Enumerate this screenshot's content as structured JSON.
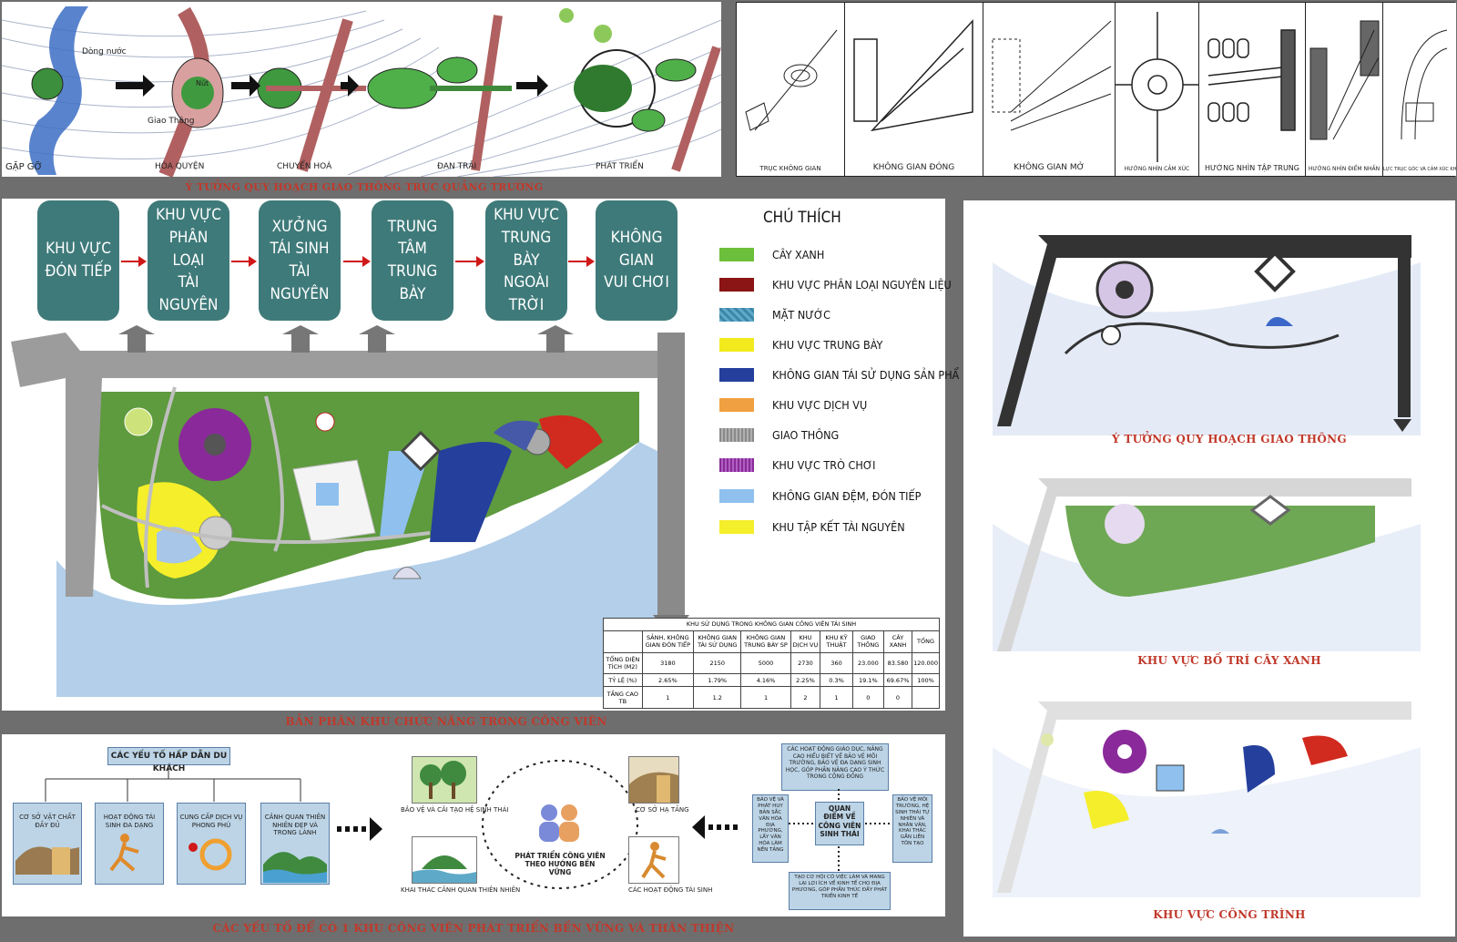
{
  "concept_top": {
    "stages": [
      "GẶP GỠ",
      "HÒA QUYỆN",
      "CHUYỂN HOÁ",
      "ĐAN TRẢI",
      "PHÁT TRIỂN"
    ],
    "labels": {
      "water": "Dòng nước",
      "crossing": "Giao Thông",
      "nut": "Nút"
    },
    "caption": "Ý TƯỞNG QUY HOẠCH GIAO THÔNG TRỤC QUẢNG TRƯỜNG"
  },
  "sketches": [
    {
      "label": "TRỤC KHÔNG GIAN"
    },
    {
      "label": "KHÔNG GIAN ĐÓNG"
    },
    {
      "label": "KHÔNG GIAN MỞ"
    },
    {
      "label": "HƯỚNG NHÌN CẢM XÚC"
    },
    {
      "label": "HƯỚNG NHÌN TẬP TRUNG"
    },
    {
      "label": "HƯỚNG NHÌN ĐIỂM NHẤN"
    },
    {
      "label": "LỰC TRỤC GÓC VÀ CẢM XÚC KHÔNG GIAN"
    }
  ],
  "steps": [
    "KHU VỰC\nĐÓN TIẾP",
    "KHU VỰC\nPHÂN LOẠI\nTÀI NGUYÊN",
    "XƯỞNG\nTÁI SINH\nTÀI NGUYÊN",
    "TRUNG TÂM\nTRUNG BÀY",
    "KHU VỰC\nTRUNG BÀY\nNGOÀI TRỜI",
    "KHÔNG GIAN\nVUI CHƠI"
  ],
  "legend": {
    "title": "CHÚ THÍCH",
    "items": [
      {
        "label": "CÂY XANH",
        "color": "#6cbf3a"
      },
      {
        "label": "KHU VỰC PHÂN LOẠI NGUYÊN LIỆU",
        "color": "#8b1414"
      },
      {
        "label": "MẶT NƯỚC",
        "color": "#5fa9c8"
      },
      {
        "label": "KHU VỰC TRUNG BÀY",
        "color": "#f2ea1c"
      },
      {
        "label": "KHÔNG GIAN TÁI SỬ DỤNG SẢN PHẨ",
        "color": "#253f9c"
      },
      {
        "label": "KHU VỰC DỊCH VỤ",
        "color": "#f0a040"
      },
      {
        "label": "GIAO THÔNG",
        "color": "#9a9a9a"
      },
      {
        "label": "KHU VỰC TRÒ CHƠI",
        "color": "#8a2a9a"
      },
      {
        "label": "KHÔNG GIAN ĐỆM, ĐÓN TIẾP",
        "color": "#8fc0ee"
      },
      {
        "label": "KHU TẬP KẾT TÀI NGUYÊN",
        "color": "#f5ee2a"
      }
    ]
  },
  "use_table": {
    "title": "KHU SỬ DỤNG TRONG KHÔNG GIAN CÔNG VIÊN TÁI SINH",
    "headers": [
      "",
      "SẢNH, KHÔNG GIAN ĐÓN TIẾP",
      "KHÔNG GIAN TÁI SỬ DỤNG",
      "KHÔNG GIAN TRUNG BÀY SP",
      "KHU DỊCH VỤ",
      "KHU KỸ THUẬT",
      "GIAO THÔNG",
      "CÂY XANH",
      "TỔNG"
    ],
    "rows": [
      [
        "TỔNG DIỆN TÍCH (M2)",
        "3180",
        "2150",
        "5000",
        "2730",
        "360",
        "23.000",
        "83.580",
        "120.000"
      ],
      [
        "TỶ LỆ (%)",
        "2.65%",
        "1.79%",
        "4.16%",
        "2.25%",
        "0.3%",
        "19.1%",
        "69.67%",
        "100%"
      ],
      [
        "TẦNG CAO TB",
        "1",
        "1.2",
        "1",
        "2",
        "1",
        "0",
        "0",
        ""
      ]
    ]
  },
  "plan_caption": "BẢN PHÂN KHU CHỨC NĂNG TRONG CÔNG VIÊN",
  "right_panels": [
    {
      "caption": "Ý TƯỞNG QUY HOẠCH GIAO THÔNG"
    },
    {
      "caption": "KHU VỰC BỐ TRÍ CÂY XANH"
    },
    {
      "caption": "KHU VỰC CÔNG TRÌNH"
    }
  ],
  "bottom": {
    "root": "CÁC YẾU TỐ HẤP DẪN DU KHÁCH",
    "factors": [
      "CƠ SỞ VẬT CHẤT ĐẦY ĐỦ",
      "HOẠT ĐỘNG TÁI SINH ĐA DẠNG",
      "CUNG CẤP DỊCH VỤ PHONG PHÚ",
      "CẢNH QUAN THIÊN NHIÊN ĐẸP VÀ TRONG LÀNH"
    ],
    "cycle": [
      "BẢO VỆ VÀ CẢI TẠO HỆ SINH THÁI",
      "CƠ SỞ HẠ TẦNG",
      "KHAI THÁC CẢNH QUAN THIÊN NHIÊN",
      "CÁC HOẠT ĐỘNG TÁI SINH"
    ],
    "center": "PHÁT TRIỂN CÔNG VIÊN THEO HƯỚNG BỀN VỮNG",
    "viewpoint": "QUAN ĐIỂM VỀ CÔNG VIÊN SINH THÁI",
    "notes": [
      "CÁC HOẠT ĐỘNG GIÁO DỤC, NÂNG CAO HIỂU BIẾT VỀ BẢO VỆ MÔI TRƯỜNG, BẢO VỆ ĐA DẠNG SINH HỌC, GÓP PHẦN NÂNG CAO Ý THỨC TRONG CỘNG ĐỒNG",
      "BẢO VỆ VÀ PHÁT HUY BẢN SẮC VĂN HÓA ĐỊA PHƯƠNG, LẤY VĂN HÓA LÀM NỀN TẢNG",
      "BẢO VỆ MÔI TRƯỜNG, HỆ SINH THÁI TỰ NHIÊN VÀ NHÂN VĂN, KHAI THÁC GẮN LIỀN TÔN TẠO",
      "TẠO CƠ HỘI CÓ VIỆC LÀM VÀ MANG LẠI LỢI ÍCH VỀ KINH TẾ CHO ĐỊA PHƯƠNG, GÓP PHẦN THÚC ĐẨY PHÁT TRIỂN KINH TẾ"
    ],
    "caption": "CÁC YẾU TỐ ĐỂ CÓ 1 KHU CÔNG VIÊN PHÁT TRIỂN BỀN VỮNG VÀ THÂN THIỆN"
  }
}
